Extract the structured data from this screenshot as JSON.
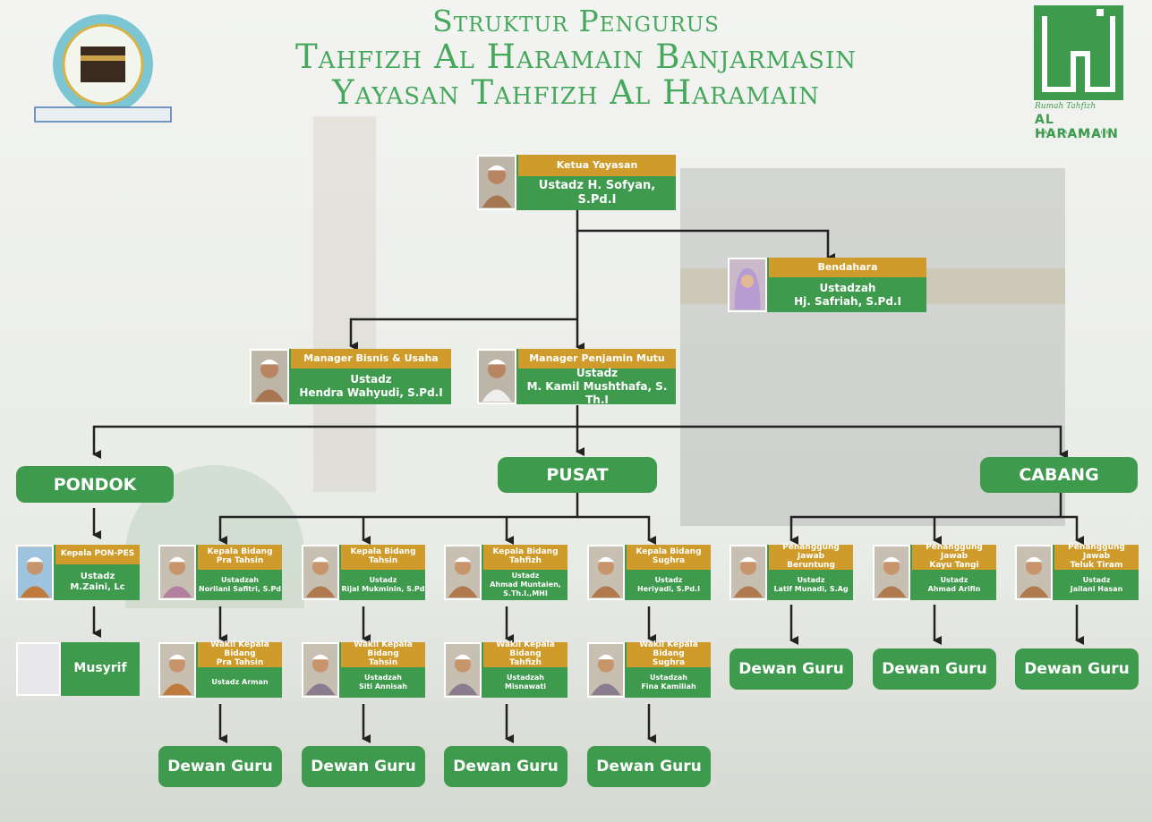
{
  "header": {
    "line1": "Struktur Pengurus",
    "line2": "Tahfizh Al Haramain Banjarmasin",
    "line3": "Yayasan Tahfizh Al Haramain"
  },
  "logo_right": {
    "script": "Rumah Tahfizh",
    "name": "AL HARAMAIN",
    "city": "BANJARMASIN"
  },
  "ketua": {
    "role": "Ketua Yayasan",
    "name": "Ustadz H. Sofyan, S.Pd.I"
  },
  "bendahara": {
    "role": "Bendahara",
    "title": "Ustadzah",
    "name": "Hj. Safriah, S.Pd.I"
  },
  "manager_bisnis": {
    "role": "Manager Bisnis & Usaha",
    "title": "Ustadz",
    "name": "Hendra Wahyudi, S.Pd.I"
  },
  "manager_mutu": {
    "role": "Manager Penjamin Mutu",
    "title": "Ustadz",
    "name": "M. Kamil Mushthafa, S. Th.I"
  },
  "sections": {
    "pondok": "PONDOK",
    "pusat": "PUSAT",
    "cabang": "CABANG"
  },
  "pondok": {
    "kepala": {
      "role": "Kepala PON-PES",
      "title": "Ustadz",
      "name": "M.Zaini, Lc"
    },
    "musyrif": "Musyrif"
  },
  "kepala_bidang": [
    {
      "role1": "Kepala Bidang",
      "role2": "Pra Tahsin",
      "title": "Ustadzah",
      "name": "Norliani Safitri, S.Pd"
    },
    {
      "role1": "Kepala Bidang",
      "role2": "Tahsin",
      "title": "Ustadz",
      "name": "Rijal Mukminin, S.Pd"
    },
    {
      "role1": "Kepala Bidang",
      "role2": "Tahfizh",
      "title": "Ustadz",
      "name": "Ahmad Muntaien, S.Th.I.,MHI"
    },
    {
      "role1": "Kepala Bidang",
      "role2": "Sughra",
      "title": "Ustadz",
      "name": "Heriyadi, S.Pd.I"
    }
  ],
  "wakil_bidang": [
    {
      "role1": "Wakil Kepala Bidang",
      "role2": "Pra Tahsin",
      "name": "Ustadz Arman"
    },
    {
      "role1": "Wakil Kepala Bidang",
      "role2": "Tahsin",
      "title": "Ustadzah",
      "name": "Siti Annisah"
    },
    {
      "role1": "Wakil Kepala Bidang",
      "role2": "Tahfizh",
      "title": "Ustadzah",
      "name": "Misnawati"
    },
    {
      "role1": "Wakil Kepala Bidang",
      "role2": "Sughra",
      "title": "Ustadzah",
      "name": "Fina Kamiliah"
    }
  ],
  "cabang": [
    {
      "role1": "Penanggung Jawab",
      "role2": "Beruntung",
      "title": "Ustadz",
      "name": "Latif Munadi, S.Ag"
    },
    {
      "role1": "Penanggung Jawab",
      "role2": "Kayu Tangi",
      "title": "Ustadz",
      "name": "Ahmad Arifin"
    },
    {
      "role1": "Penanggung Jawab",
      "role2": "Teluk Tiram",
      "title": "Ustadz",
      "name": "Jailani Hasan"
    }
  ],
  "dewan_guru": "Dewan Guru",
  "colors": {
    "green": "#3e9a4d",
    "gold": "#cf9c2c",
    "title_green": "#45a85a",
    "line": "#222222"
  }
}
